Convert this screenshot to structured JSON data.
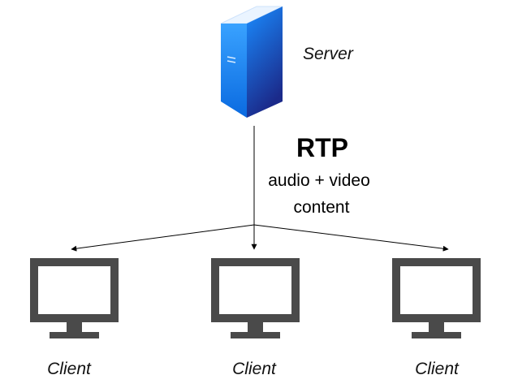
{
  "server": {
    "label": "Server",
    "icon": "server-tower-icon"
  },
  "protocol": {
    "name": "RTP",
    "description_line1": "audio + video",
    "description_line2": "content"
  },
  "clients": [
    {
      "label": "Client",
      "icon": "monitor-icon"
    },
    {
      "label": "Client",
      "icon": "monitor-icon"
    },
    {
      "label": "Client",
      "icon": "monitor-icon"
    }
  ],
  "colors": {
    "monitor": "#4a4a4a",
    "server_front_top": "#1a8cff",
    "server_front_bottom": "#1b2a8a",
    "line": "#000000"
  }
}
